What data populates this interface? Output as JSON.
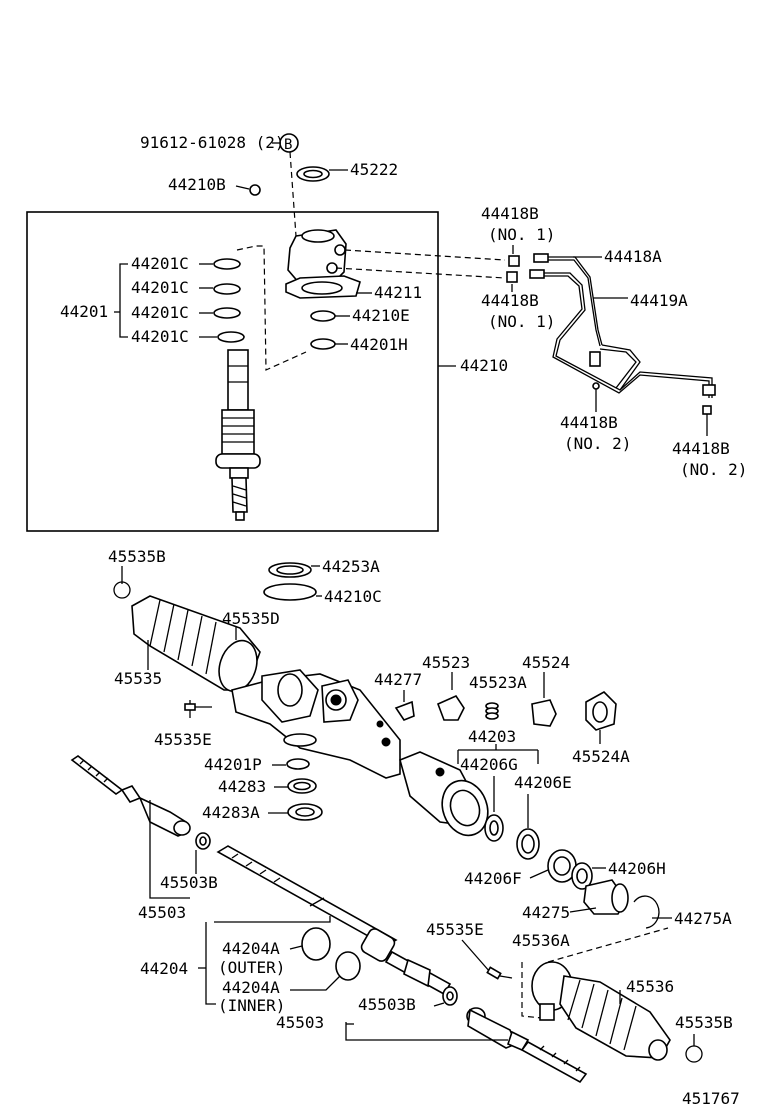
{
  "labels": {
    "bolt_ref": "91612-61028 (2)",
    "bolt_ref_marker": "B",
    "l_45222": "45222",
    "l_44210B": "44210B",
    "l_44201C_1": "44201C",
    "l_44201C_2": "44201C",
    "l_44201C_3": "44201C",
    "l_44201C_4": "44201C",
    "l_44201": "44201",
    "l_44211": "44211",
    "l_44210E": "44210E",
    "l_44201H": "44201H",
    "l_44210": "44210",
    "l_44418B_a": "44418B",
    "l_no1_a": "(NO. 1)",
    "l_44418A": "44418A",
    "l_44418B_b": "44418B",
    "l_no1_b": "(NO. 1)",
    "l_44419A": "44419A",
    "l_44418B_c": "44418B",
    "l_no2_c": "(NO. 2)",
    "l_44418B_d": "44418B",
    "l_no2_d": "(NO. 2)",
    "l_45535B_top": "45535B",
    "l_44253A": "44253A",
    "l_44210C": "44210C",
    "l_45535D": "45535D",
    "l_45535": "45535",
    "l_45523": "45523",
    "l_45524": "45524",
    "l_44277": "44277",
    "l_45523A": "45523A",
    "l_45535E_left": "45535E",
    "l_45524A": "45524A",
    "l_44203": "44203",
    "l_44201P": "44201P",
    "l_44206G": "44206G",
    "l_44283": "44283",
    "l_44206E": "44206E",
    "l_44283A": "44283A",
    "l_44206H": "44206H",
    "l_44206F": "44206F",
    "l_45503B_left": "45503B",
    "l_45503_left": "45503",
    "l_44275": "44275",
    "l_44275A": "44275A",
    "l_45535E_right": "45535E",
    "l_45536A": "45536A",
    "l_44204A_outer": "44204A",
    "l_outer": "(OUTER)",
    "l_44204": "44204",
    "l_44204A_inner": "44204A",
    "l_inner": "(INNER)",
    "l_45536": "45536",
    "l_45503_bottom": "45503",
    "l_45503B_bottom": "45503B",
    "l_45535B_bottom": "45535B",
    "diagram_number": "451767"
  }
}
